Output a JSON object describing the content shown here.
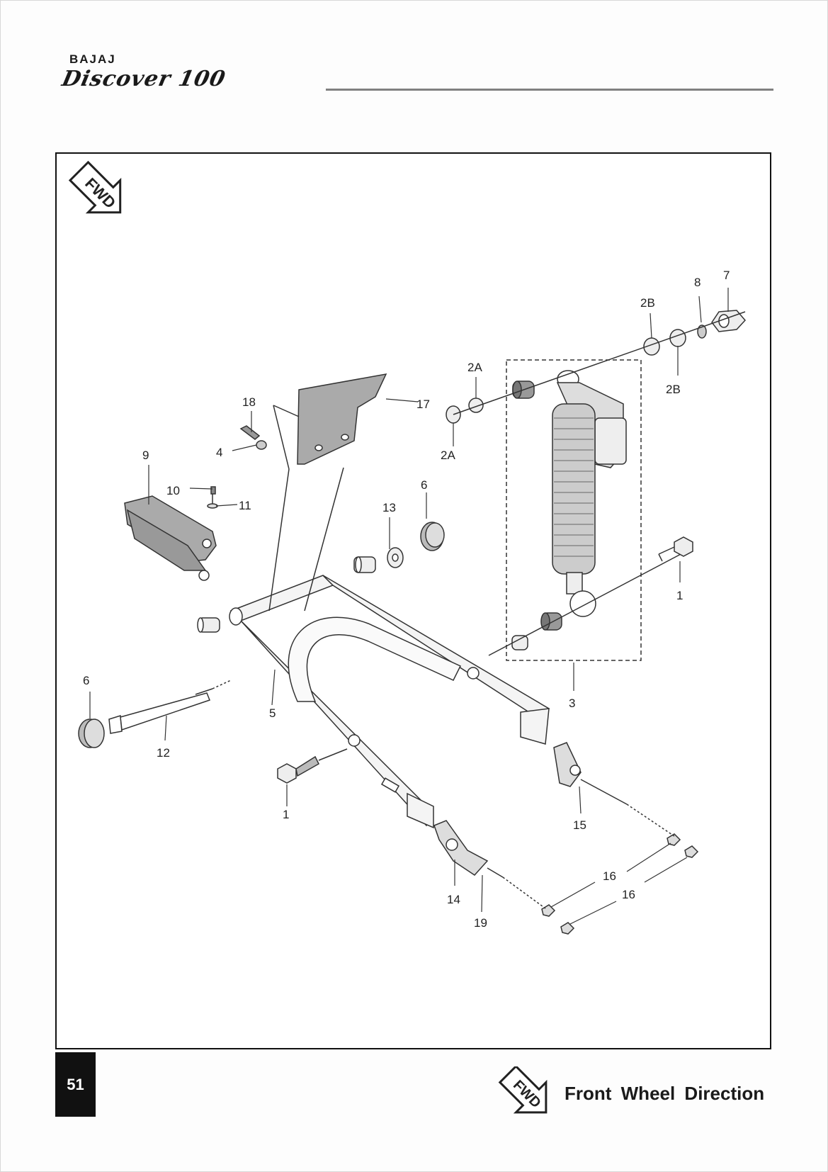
{
  "header": {
    "brand": "BAJAJ",
    "model": "Discover 100"
  },
  "figure": {
    "fwd_label": "FWD",
    "callouts": {
      "c1a": "1",
      "c1b": "1",
      "c2a_top": "2A",
      "c2a_bot": "2A",
      "c2b_top": "2B",
      "c2b_bot": "2B",
      "c3": "3",
      "c4": "4",
      "c5": "5",
      "c6a": "6",
      "c6b": "6",
      "c7": "7",
      "c8": "8",
      "c9": "9",
      "c10": "10",
      "c11": "11",
      "c12": "12",
      "c13": "13",
      "c14": "14",
      "c15": "15",
      "c16a": "16",
      "c16b": "16",
      "c17": "17",
      "c18": "18",
      "c19": "19"
    }
  },
  "footer": {
    "page_number": "51",
    "legend_label": "FWD",
    "legend_text": "Front Wheel Direction"
  }
}
